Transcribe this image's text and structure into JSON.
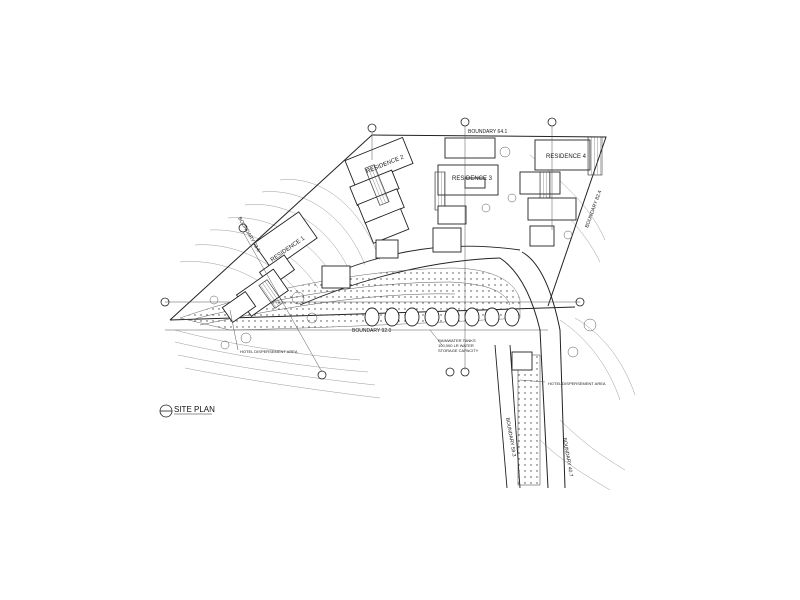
{
  "drawing": {
    "title": "SITE PLAN"
  },
  "boundaries": {
    "top": "BOUNDARY 64.1",
    "left": "BOUNDARY 73.6",
    "right": "BOUNDARY 82.4",
    "lower": "BOUNDARY 92.0",
    "road_left": "BOUNDARY 59.3",
    "road_right": "BOUNDARY 40.7"
  },
  "residences": {
    "r1": "RESIDENCE 1",
    "r2": "RESIDENCE 2",
    "r3": "RESIDENCE 3",
    "r4": "RESIDENCE 4"
  },
  "annotations": {
    "tanks": "RAINWATER TANKS\n100,000 LR WATER\nSTORAGE CAPACITY",
    "dispersement_left": "HOTEL DISPERSEMENT AREA",
    "dispersement_right": "HOTEL DISPERSEMENT AREA"
  }
}
